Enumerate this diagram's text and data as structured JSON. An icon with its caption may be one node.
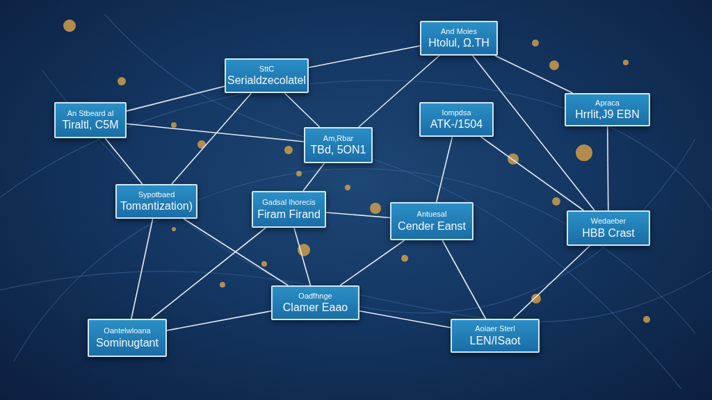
{
  "diagram": {
    "nodes": [
      {
        "text": [
          "SttC",
          "Serialdzecolatel"
        ]
      },
      {
        "text": [
          "An Stbeard al",
          "Tiraltl, C5M"
        ]
      },
      {
        "text": [
          "And Moies",
          "Htolul, Ω.TH"
        ]
      },
      {
        "text": [
          "Am,Rbar",
          "TBd, 5ON1"
        ]
      },
      {
        "text": [
          "Iompdsa",
          "ATK-/1504"
        ]
      },
      {
        "text": [
          "Apraca",
          "Hrrlit,J9 EBN"
        ]
      },
      {
        "text": [
          "Sypotbaed",
          "Tomantization)"
        ]
      },
      {
        "text": [
          "Gadsal Ihorecis",
          "Firam Firand"
        ]
      },
      {
        "text": [
          "Antuesal",
          "Cender Eanst"
        ]
      },
      {
        "text": [
          "Wedaeber",
          "HBB Crast"
        ]
      },
      {
        "text": [
          "Oadfhnge",
          "Clamer Eaao"
        ]
      },
      {
        "text": [
          "Oantelwloana",
          "Sominugtant"
        ]
      },
      {
        "text": [
          "Aoiaer Sterl",
          "LEN/ISaot"
        ]
      }
    ],
    "edges": [
      {
        "from": 1,
        "to": 0,
        "arrow": "none"
      },
      {
        "from": 1,
        "to": 3,
        "arrow": "none"
      },
      {
        "from": 0,
        "to": 2,
        "arrow": "none"
      },
      {
        "from": 0,
        "to": 3,
        "arrow": "none"
      },
      {
        "from": 0,
        "to": 6,
        "arrow": "none"
      },
      {
        "from": 1,
        "to": 6,
        "arrow": "none"
      },
      {
        "from": 6,
        "to": 11,
        "arrow": "none"
      },
      {
        "from": 6,
        "to": 10,
        "arrow": "none"
      },
      {
        "from": 7,
        "to": 11,
        "arrow": "none"
      },
      {
        "from": 11,
        "to": 10,
        "arrow": "none"
      },
      {
        "from": 7,
        "to": 10,
        "arrow": "none"
      },
      {
        "from": 7,
        "to": 8,
        "arrow": "none"
      },
      {
        "from": 3,
        "to": 7,
        "arrow": "none"
      },
      {
        "from": 2,
        "to": 3,
        "arrow": "none"
      },
      {
        "from": 2,
        "to": 9,
        "arrow": "none"
      },
      {
        "from": 2,
        "to": 5,
        "arrow": "none"
      },
      {
        "from": 4,
        "to": 8,
        "arrow": "none"
      },
      {
        "from": 4,
        "to": 9,
        "arrow": "none"
      },
      {
        "from": 5,
        "to": 9,
        "arrow": "none"
      },
      {
        "from": 8,
        "to": 10,
        "arrow": "none"
      },
      {
        "from": 8,
        "to": 12,
        "arrow": "none"
      },
      {
        "from": 10,
        "to": 12,
        "arrow": "none"
      },
      {
        "from": 9,
        "to": 12,
        "arrow": "none"
      }
    ]
  }
}
